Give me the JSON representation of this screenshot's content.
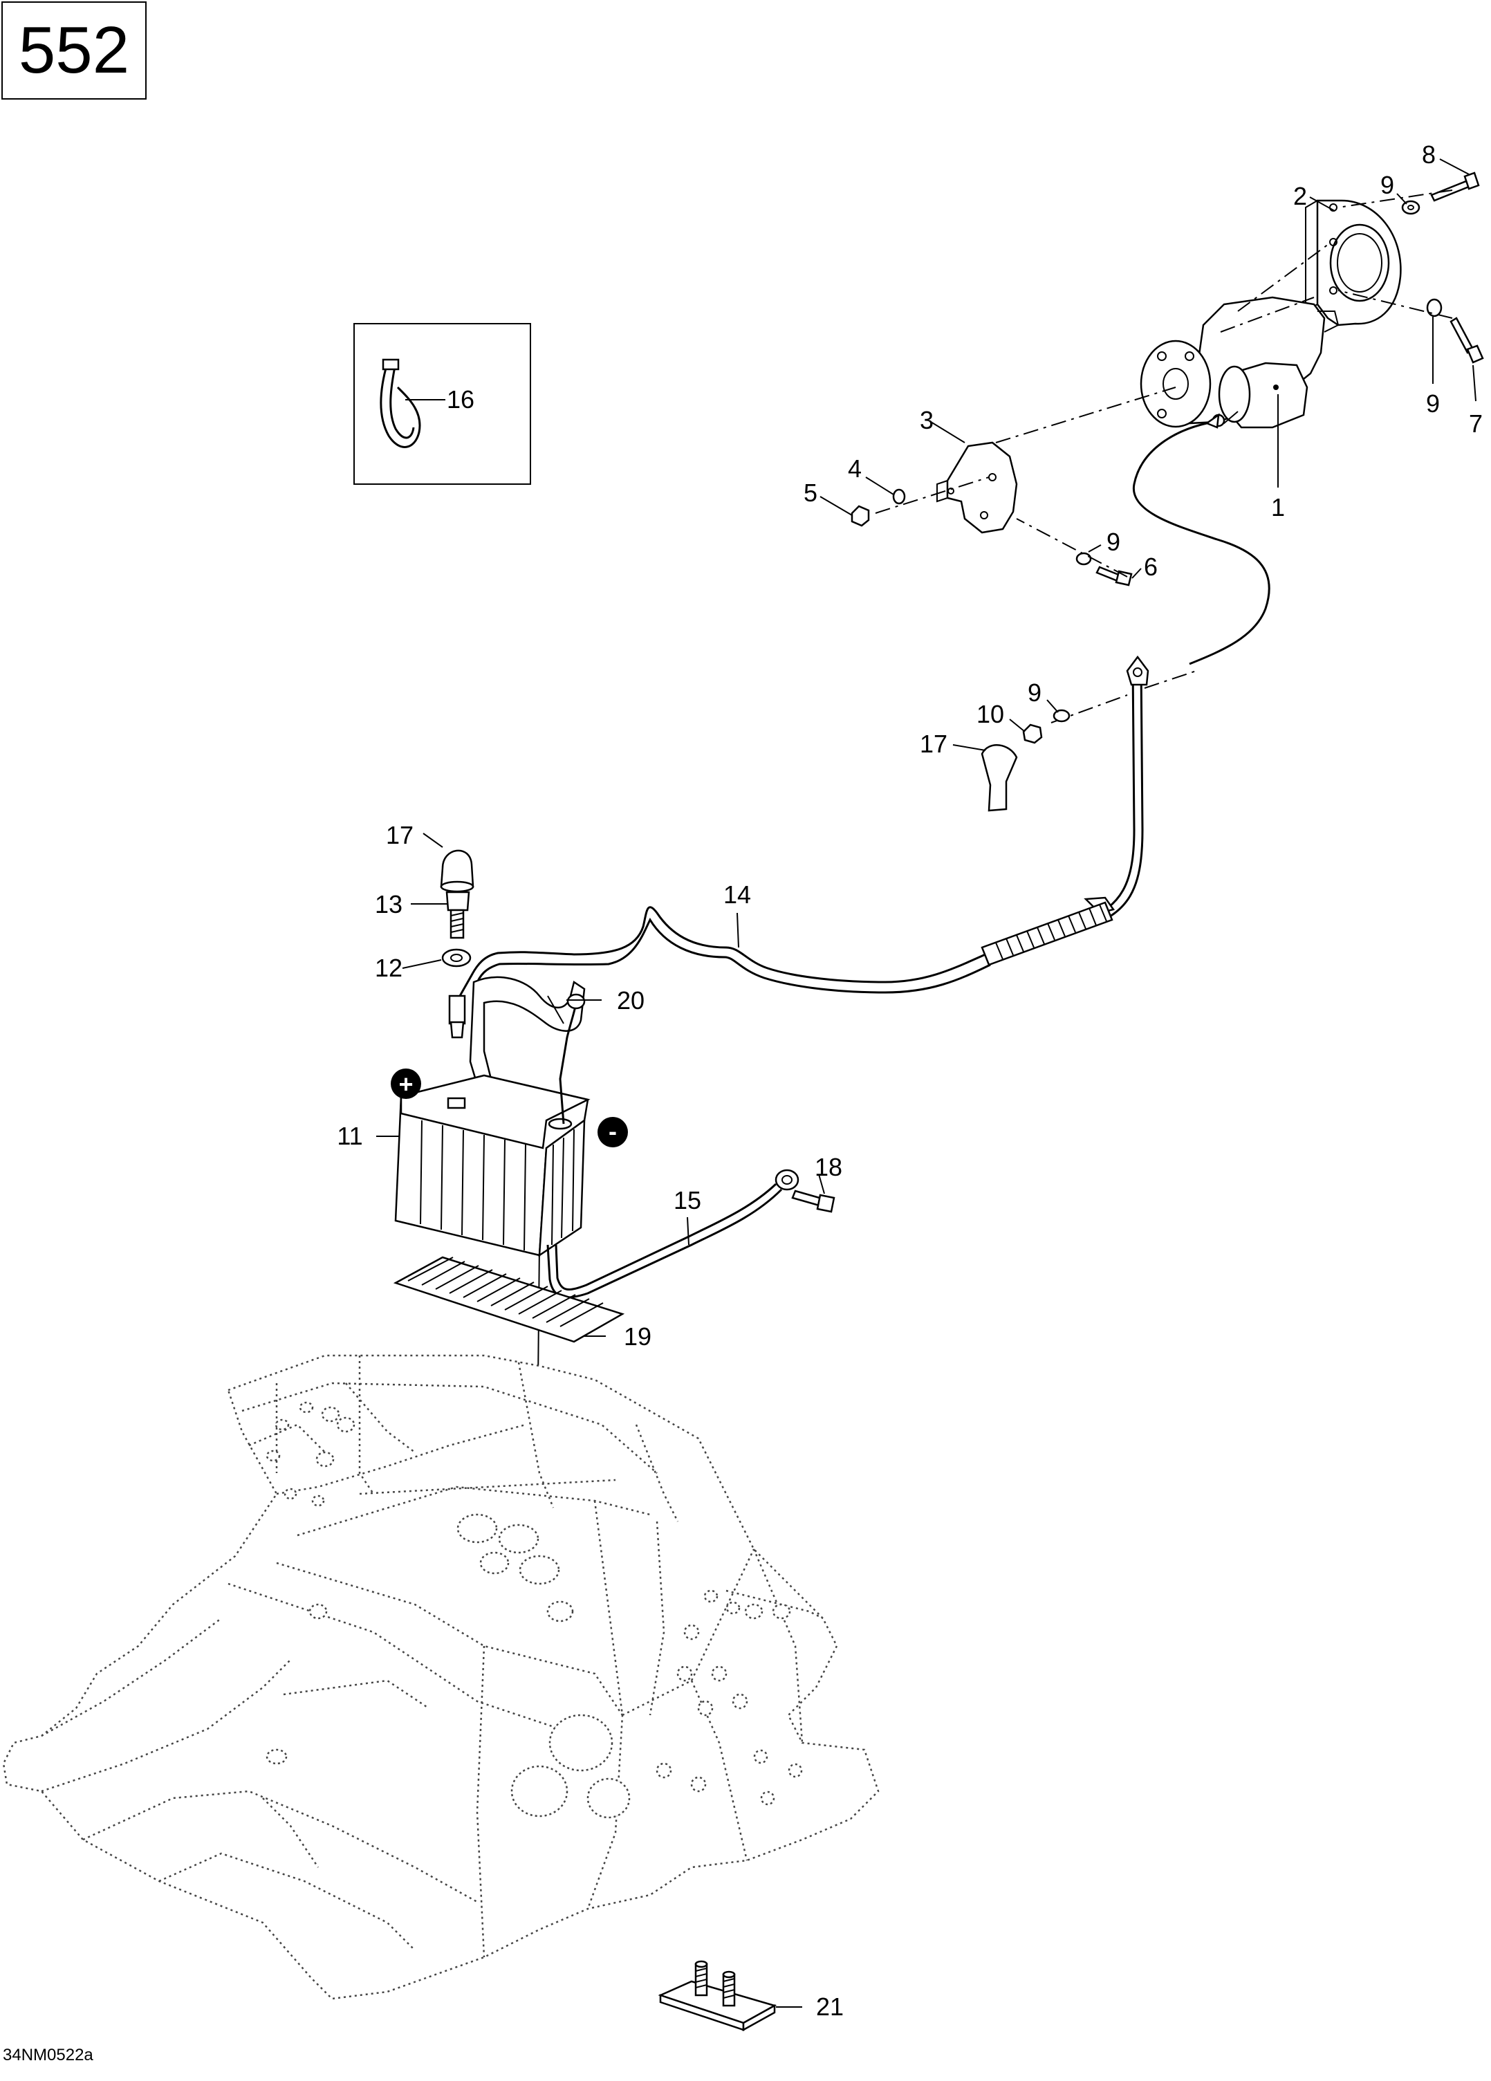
{
  "page_number": "552",
  "figure_code": "34NM0522a",
  "polarity": {
    "positive": "+",
    "negative": "-"
  },
  "callouts": [
    {
      "id": "c1",
      "label": "1"
    },
    {
      "id": "c2",
      "label": "2"
    },
    {
      "id": "c3",
      "label": "3"
    },
    {
      "id": "c4",
      "label": "4"
    },
    {
      "id": "c5",
      "label": "5"
    },
    {
      "id": "c6",
      "label": "6"
    },
    {
      "id": "c7",
      "label": "7"
    },
    {
      "id": "c8",
      "label": "8"
    },
    {
      "id": "c9a",
      "label": "9"
    },
    {
      "id": "c9b",
      "label": "9"
    },
    {
      "id": "c9c",
      "label": "9"
    },
    {
      "id": "c9d",
      "label": "9"
    },
    {
      "id": "c10",
      "label": "10"
    },
    {
      "id": "c11",
      "label": "11"
    },
    {
      "id": "c12",
      "label": "12"
    },
    {
      "id": "c13",
      "label": "13"
    },
    {
      "id": "c14",
      "label": "14"
    },
    {
      "id": "c15",
      "label": "15"
    },
    {
      "id": "c16",
      "label": "16"
    },
    {
      "id": "c17a",
      "label": "17"
    },
    {
      "id": "c17b",
      "label": "17"
    },
    {
      "id": "c18",
      "label": "18"
    },
    {
      "id": "c19",
      "label": "19"
    },
    {
      "id": "c20",
      "label": "20"
    },
    {
      "id": "c21",
      "label": "21"
    }
  ]
}
